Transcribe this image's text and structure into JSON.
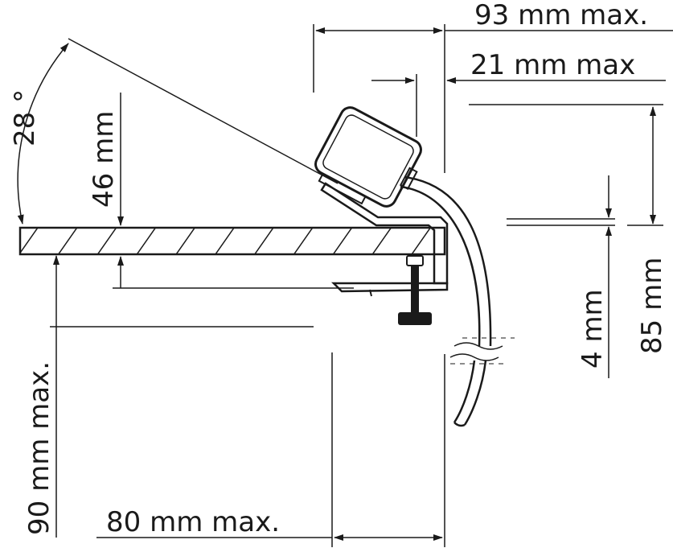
{
  "dimensions": {
    "width_max": "93 mm max.",
    "offset_max": "21 mm max",
    "angle": "28 °",
    "height_above": "46 mm",
    "depth_below": "90 mm max.",
    "clearance_below": "80 mm max.",
    "thickness": "4 mm",
    "height_total": "85 mm"
  },
  "colors": {
    "line": "#1a1a1a",
    "background": "#ffffff"
  }
}
